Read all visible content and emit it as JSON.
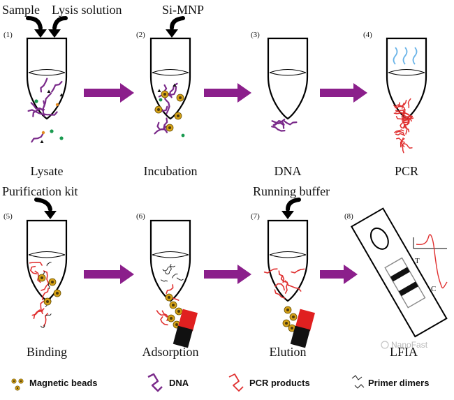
{
  "inputs": {
    "sample": "Sample",
    "lysis_solution": "Lysis solution",
    "si_mnp": "Si-MNP",
    "purification_kit": "Purification kit",
    "running_buffer": "Running buffer"
  },
  "steps": [
    {
      "number": "(1)",
      "label": "Lysate"
    },
    {
      "number": "(2)",
      "label": "Incubation"
    },
    {
      "number": "(3)",
      "label": "DNA"
    },
    {
      "number": "(4)",
      "label": "PCR"
    },
    {
      "number": "(5)",
      "label": "Binding"
    },
    {
      "number": "(6)",
      "label": "Adsorption"
    },
    {
      "number": "(7)",
      "label": "Elution"
    },
    {
      "number": "(8)",
      "label": "LFIA"
    }
  ],
  "strip": {
    "line_t": "T",
    "line_c": "C"
  },
  "legend": {
    "magnetic_beads": "Magnetic beads",
    "dna": "DNA",
    "pcr_products": "PCR products",
    "primer_dimers": "Primer dimers"
  },
  "watermark": "NanoFast",
  "colors": {
    "arrow": "#8b1f8b",
    "dna": "#7a2a8a",
    "pcr": "#e03030",
    "bead_core": "#4a3a10",
    "bead_ring": "#d4a017",
    "magnet_red": "#e02020",
    "magnet_black": "#111111",
    "vapor": "#6ab4e8"
  }
}
